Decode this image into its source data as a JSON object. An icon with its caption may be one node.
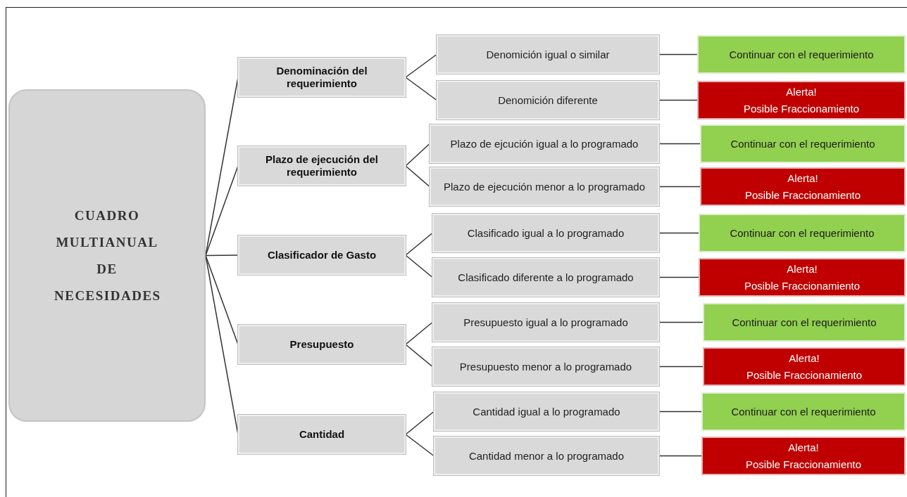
{
  "diagram": {
    "nodes": [
      {
        "text": [
          "CUADRO MULTIANUAL DE NECESIDADES"
        ]
      },
      {
        "text": [
          "Denominación del requerimiento"
        ]
      },
      {
        "text": [
          "Denomición igual o similar"
        ]
      },
      {
        "text": [
          "Continuar con el requerimiento"
        ]
      },
      {
        "text": [
          "Denomición diferente"
        ]
      },
      {
        "text": [
          "Alerta!",
          "Posible Fraccionamiento"
        ]
      },
      {
        "text": [
          "Plazo de ejecución del requerimiento"
        ]
      },
      {
        "text": [
          "Plazo de ejcución igual a lo programado"
        ]
      },
      {
        "text": [
          "Continuar con el requerimiento"
        ]
      },
      {
        "text": [
          "Plazo de ejecución menor a lo programado"
        ]
      },
      {
        "text": [
          "Alerta!",
          "Posible Fraccionamiento"
        ]
      },
      {
        "text": [
          "Clasificador de Gasto"
        ]
      },
      {
        "text": [
          "Clasificado igual a lo programado"
        ]
      },
      {
        "text": [
          "Continuar con el requerimiento"
        ]
      },
      {
        "text": [
          "Clasificado diferente a lo programado"
        ]
      },
      {
        "text": [
          "Alerta!",
          "Posible Fraccionamiento"
        ]
      },
      {
        "text": [
          "Presupuesto"
        ]
      },
      {
        "text": [
          "Presupuesto igual a lo programado"
        ]
      },
      {
        "text": [
          "Continuar con el requerimiento"
        ]
      },
      {
        "text": [
          "Presupuesto menor a lo programado"
        ]
      },
      {
        "text": [
          "Alerta!",
          "Posible Fraccionamiento"
        ]
      },
      {
        "text": [
          "Cantidad"
        ]
      },
      {
        "text": [
          "Cantidad igual a lo programado"
        ]
      },
      {
        "text": [
          "Continuar con el requerimiento"
        ]
      },
      {
        "text": [
          "Cantidad menor a lo programado"
        ]
      },
      {
        "text": [
          "Alerta!",
          "Posible Fraccionamiento"
        ]
      }
    ],
    "edges": [
      {
        "from": 0,
        "to": 1,
        "arrow": "none"
      },
      {
        "from": 0,
        "to": 6,
        "arrow": "none"
      },
      {
        "from": 0,
        "to": 11,
        "arrow": "none"
      },
      {
        "from": 0,
        "to": 16,
        "arrow": "none"
      },
      {
        "from": 0,
        "to": 21,
        "arrow": "none"
      },
      {
        "from": 1,
        "to": 2,
        "arrow": "none"
      },
      {
        "from": 1,
        "to": 4,
        "arrow": "none"
      },
      {
        "from": 2,
        "to": 3,
        "arrow": "none"
      },
      {
        "from": 4,
        "to": 5,
        "arrow": "none"
      },
      {
        "from": 6,
        "to": 7,
        "arrow": "none"
      },
      {
        "from": 6,
        "to": 9,
        "arrow": "none"
      },
      {
        "from": 7,
        "to": 8,
        "arrow": "none"
      },
      {
        "from": 9,
        "to": 10,
        "arrow": "none"
      },
      {
        "from": 11,
        "to": 12,
        "arrow": "none"
      },
      {
        "from": 11,
        "to": 14,
        "arrow": "none"
      },
      {
        "from": 12,
        "to": 13,
        "arrow": "none"
      },
      {
        "from": 14,
        "to": 15,
        "arrow": "none"
      },
      {
        "from": 16,
        "to": 17,
        "arrow": "none"
      },
      {
        "from": 16,
        "to": 19,
        "arrow": "none"
      },
      {
        "from": 17,
        "to": 18,
        "arrow": "none"
      },
      {
        "from": 19,
        "to": 20,
        "arrow": "none"
      },
      {
        "from": 21,
        "to": 22,
        "arrow": "none"
      },
      {
        "from": 21,
        "to": 24,
        "arrow": "none"
      },
      {
        "from": 22,
        "to": 23,
        "arrow": "none"
      },
      {
        "from": 24,
        "to": 25,
        "arrow": "none"
      }
    ]
  }
}
